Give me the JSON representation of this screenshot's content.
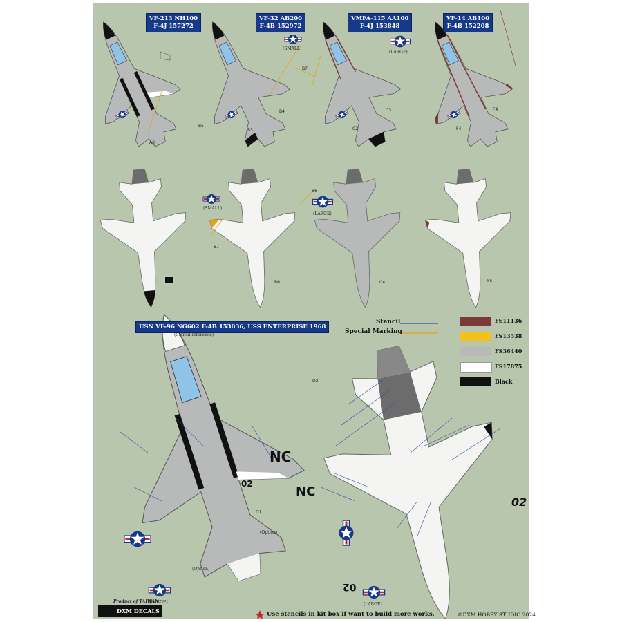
{
  "titles": [
    {
      "line1": "VF-213 NH100",
      "line2": "F-4J 157272"
    },
    {
      "line1": "VF-32 AB200",
      "line2": "F-4B 152972"
    },
    {
      "line1": "VMFA-115 AA100",
      "line2": "F-4J 153848"
    },
    {
      "line1": "VF-14 AB100",
      "line2": "F-4B 152208"
    }
  ],
  "main_title": "USN VF-96 NG602 F-4B 153036, USS ENTERPRISE 1968",
  "stencil_reference": "(Stencil reference)",
  "insignia_labels": {
    "small": "(SMALL)",
    "large": "(LARGE)"
  },
  "option_label": "(Option)",
  "codes": {
    "a3": "A3",
    "b3": "B3",
    "b4": "B4",
    "b5": "B5",
    "b6": "B6",
    "b7": "B7",
    "c2": "C2",
    "c3": "C3",
    "c4": "C4",
    "f4": "F4",
    "f5": "F5",
    "d1": "D1",
    "d2": "D2"
  },
  "legend_lines": {
    "stencil": "Stencil",
    "special": "Special Marking"
  },
  "legend": [
    {
      "label": "FS11136",
      "color": "#7b3a36"
    },
    {
      "label": "FS13538",
      "color": "#f2c21b"
    },
    {
      "label": "FS36440",
      "color": "#b8b9b9"
    },
    {
      "label": "FS17875",
      "color": "#ffffff"
    },
    {
      "label": "Black",
      "color": "#111111"
    }
  ],
  "markings": {
    "nc": "NC",
    "tail_code": "02"
  },
  "footer": {
    "brand": "DXM DECALS",
    "made_in": "Product of TAIWAN",
    "note": "Use stencils in kit box if want to build more works.",
    "copyright": "©DXM HOBBY STUDIO 2024"
  },
  "colors": {
    "sheet_bg": "#b7c6ad",
    "title_bg": "#17398a",
    "stencil_line": "#2f4fa6",
    "special_line": "#e2a21b"
  }
}
